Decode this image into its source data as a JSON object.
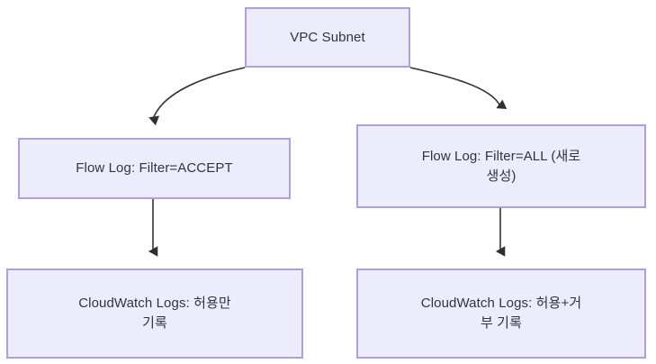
{
  "diagram": {
    "type": "flowchart",
    "direction": "top-down",
    "colors": {
      "node_fill": "#ececfc",
      "node_border": "#b39ddb",
      "node_text": "#333340",
      "edge_stroke": "#333333",
      "canvas_background": "#ffffff"
    },
    "nodes": [
      {
        "id": "vpc-subnet",
        "label": "VPC Subnet"
      },
      {
        "id": "flow-log-accept",
        "label": "Flow Log: Filter=ACCEPT"
      },
      {
        "id": "flow-log-all",
        "label": "Flow Log: Filter=ALL (새로\n생성)"
      },
      {
        "id": "cloudwatch-logs-accept",
        "label": "CloudWatch Logs: 허용만\n기록"
      },
      {
        "id": "cloudwatch-logs-all",
        "label": "CloudWatch Logs: 허용+거\n부 기록"
      }
    ],
    "edges": [
      {
        "id": "edge-vpc-to-flow-accept",
        "from": "vpc-subnet",
        "to": "flow-log-accept",
        "style": "curved",
        "arrow": "filled-triangle"
      },
      {
        "id": "edge-vpc-to-flow-all",
        "from": "vpc-subnet",
        "to": "flow-log-all",
        "style": "curved",
        "arrow": "filled-triangle"
      },
      {
        "id": "edge-flow-accept-to-logs-accept",
        "from": "flow-log-accept",
        "to": "cloudwatch-logs-accept",
        "style": "straight",
        "arrow": "filled-triangle"
      },
      {
        "id": "edge-flow-all-to-logs-all",
        "from": "flow-log-all",
        "to": "cloudwatch-logs-all",
        "style": "straight",
        "arrow": "filled-triangle"
      }
    ]
  }
}
